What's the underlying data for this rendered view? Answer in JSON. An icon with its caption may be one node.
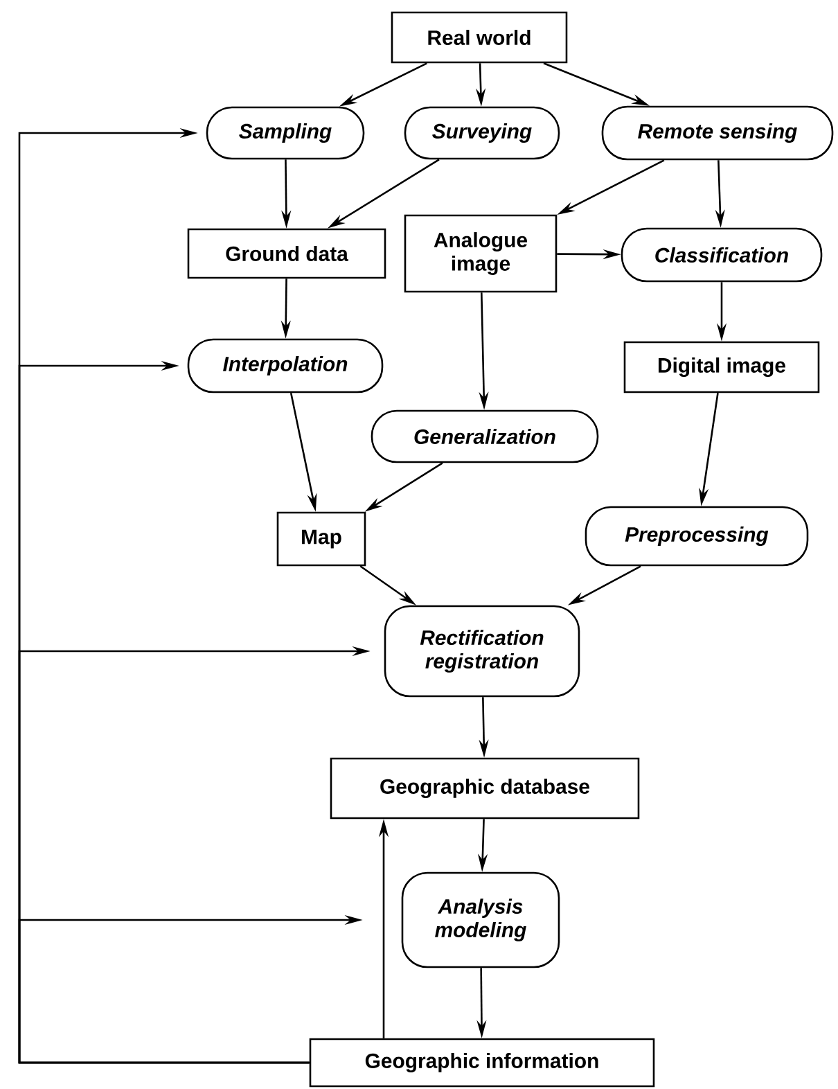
{
  "diagram": {
    "nodes": [
      {
        "text": [
          "Real world"
        ]
      },
      {
        "text": [
          "Sampling"
        ]
      },
      {
        "text": [
          "Surveying"
        ]
      },
      {
        "text": [
          "Remote sensing"
        ]
      },
      {
        "text": [
          "Ground data"
        ]
      },
      {
        "text": [
          "Analogue image"
        ]
      },
      {
        "text": [
          "Classification"
        ]
      },
      {
        "text": [
          "Interpolation"
        ]
      },
      {
        "text": [
          "Digital image"
        ]
      },
      {
        "text": [
          "Generalization"
        ]
      },
      {
        "text": [
          "Map"
        ]
      },
      {
        "text": [
          "Preprocessing"
        ]
      },
      {
        "text": [
          "Rectification registration"
        ]
      },
      {
        "text": [
          "Geographic database"
        ]
      },
      {
        "text": [
          "Analysis modeling"
        ]
      },
      {
        "text": [
          "Geographic information"
        ]
      }
    ],
    "edges": [
      {
        "from": 0,
        "to": 1,
        "arrow": "to"
      },
      {
        "from": 0,
        "to": 2,
        "arrow": "to"
      },
      {
        "from": 0,
        "to": 3,
        "arrow": "to"
      },
      {
        "from": 1,
        "to": 4,
        "arrow": "to"
      },
      {
        "from": 2,
        "to": 4,
        "arrow": "to"
      },
      {
        "from": 3,
        "to": 5,
        "arrow": "to"
      },
      {
        "from": 3,
        "to": 6,
        "arrow": "to"
      },
      {
        "from": 5,
        "to": 6,
        "arrow": "to"
      },
      {
        "from": 4,
        "to": 7,
        "arrow": "to"
      },
      {
        "from": 6,
        "to": 8,
        "arrow": "to"
      },
      {
        "from": 5,
        "to": 9,
        "arrow": "to"
      },
      {
        "from": 7,
        "to": 10,
        "arrow": "to"
      },
      {
        "from": 9,
        "to": 10,
        "arrow": "to"
      },
      {
        "from": 8,
        "to": 11,
        "arrow": "to"
      },
      {
        "from": 10,
        "to": 12,
        "arrow": "to"
      },
      {
        "from": 11,
        "to": 12,
        "arrow": "to"
      },
      {
        "from": 12,
        "to": 13,
        "arrow": "to"
      },
      {
        "from": 13,
        "to": 14,
        "arrow": "to"
      },
      {
        "from": 14,
        "to": 15,
        "arrow": "to"
      },
      {
        "from": 15,
        "to": 13,
        "arrow": "to"
      },
      {
        "from": 15,
        "to": 1,
        "arrow": "to"
      },
      {
        "from": 15,
        "to": 7,
        "arrow": "to"
      },
      {
        "from": 15,
        "to": 12,
        "arrow": "to"
      },
      {
        "from": 15,
        "to": 14,
        "arrow": "to"
      }
    ]
  }
}
